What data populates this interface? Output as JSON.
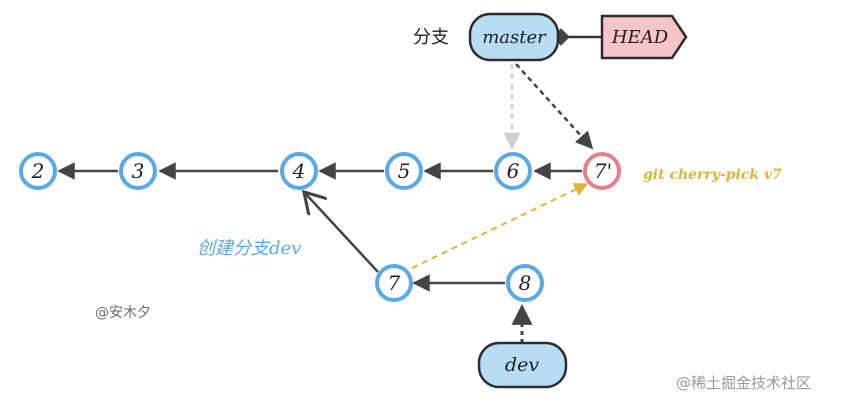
{
  "labels": {
    "branch": "分支",
    "create_branch": "创建分支dev",
    "cherry_pick": "git cherry-pick v7",
    "author": "@安木夕",
    "watermark": "@稀土掘金技术社区"
  },
  "refs": {
    "master": "master",
    "head": "HEAD",
    "dev": "dev"
  },
  "commits": {
    "c2": "2",
    "c3": "3",
    "c4": "4",
    "c5": "5",
    "c6": "6",
    "c7p": "7'",
    "c7": "7",
    "c8": "8"
  },
  "colors": {
    "node_stroke": "#5aa9e6",
    "node_stroke_new": "#e67f8c",
    "ref_fill": "#b9dcf5",
    "head_fill": "#f6c5c8",
    "cherry_pick_text": "#e0b13c",
    "create_branch_text": "#5aa9e6"
  }
}
